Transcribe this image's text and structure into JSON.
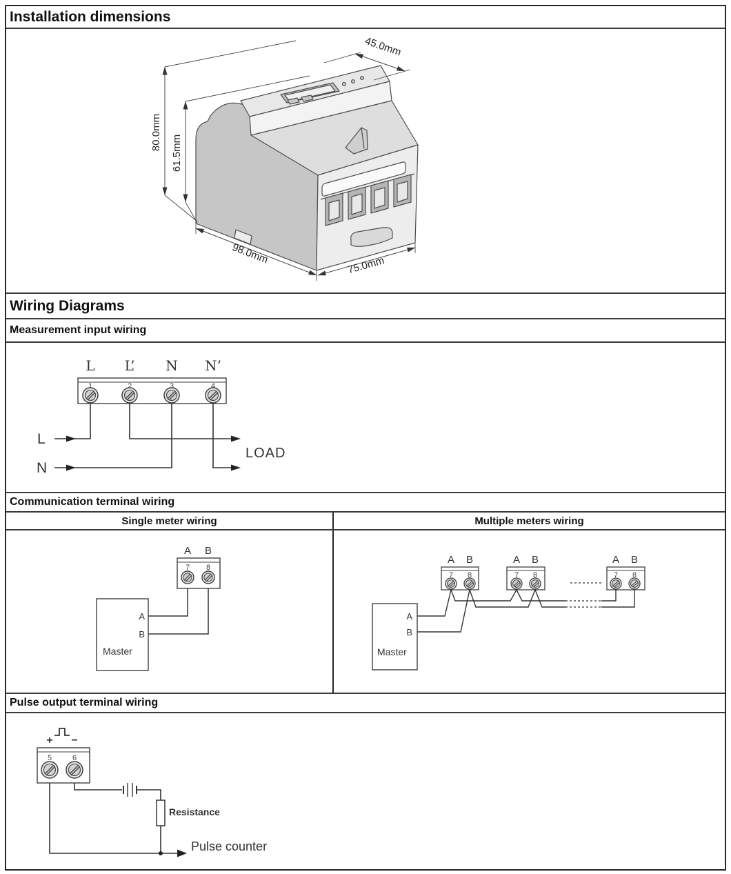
{
  "colors": {
    "frame_border": "#262626",
    "separator": "#3a3a3a",
    "diagram_stroke": "#3f3f3f",
    "wire": "#333333",
    "text": "#111111",
    "body_fill_light": "#e8e8e8",
    "body_fill_mid": "#cfcfcf",
    "body_fill_dark": "#b5b5b5"
  },
  "installation": {
    "title": "Installation dimensions",
    "dims": {
      "top_width": "45.0mm",
      "overall_height": "80.0mm",
      "body_height": "61.5mm",
      "depth": "98.0mm",
      "front_width": "75.0mm"
    }
  },
  "wiring": {
    "title": "Wiring Diagrams"
  },
  "measurement": {
    "title": "Measurement input wiring",
    "terminals": [
      "L",
      "L’",
      "N",
      "N’"
    ],
    "numbers": [
      "1",
      "2",
      "3",
      "4"
    ],
    "line_label": "L",
    "neutral_label": "N",
    "load_label": "LOAD"
  },
  "communication": {
    "title": "Communication terminal wiring",
    "single": {
      "title": "Single meter wiring",
      "a": "A",
      "b": "B",
      "n7": "7",
      "n8": "8",
      "master": "Master"
    },
    "multiple": {
      "title": "Multiple meters wiring",
      "a": "A",
      "b": "B",
      "n7": "7",
      "n8": "8",
      "master": "Master"
    }
  },
  "pulse": {
    "title": "Pulse output terminal wiring",
    "plus": "+",
    "minus": "−",
    "n5": "5",
    "n6": "6",
    "resistance": "Resistance",
    "counter": "Pulse counter"
  }
}
